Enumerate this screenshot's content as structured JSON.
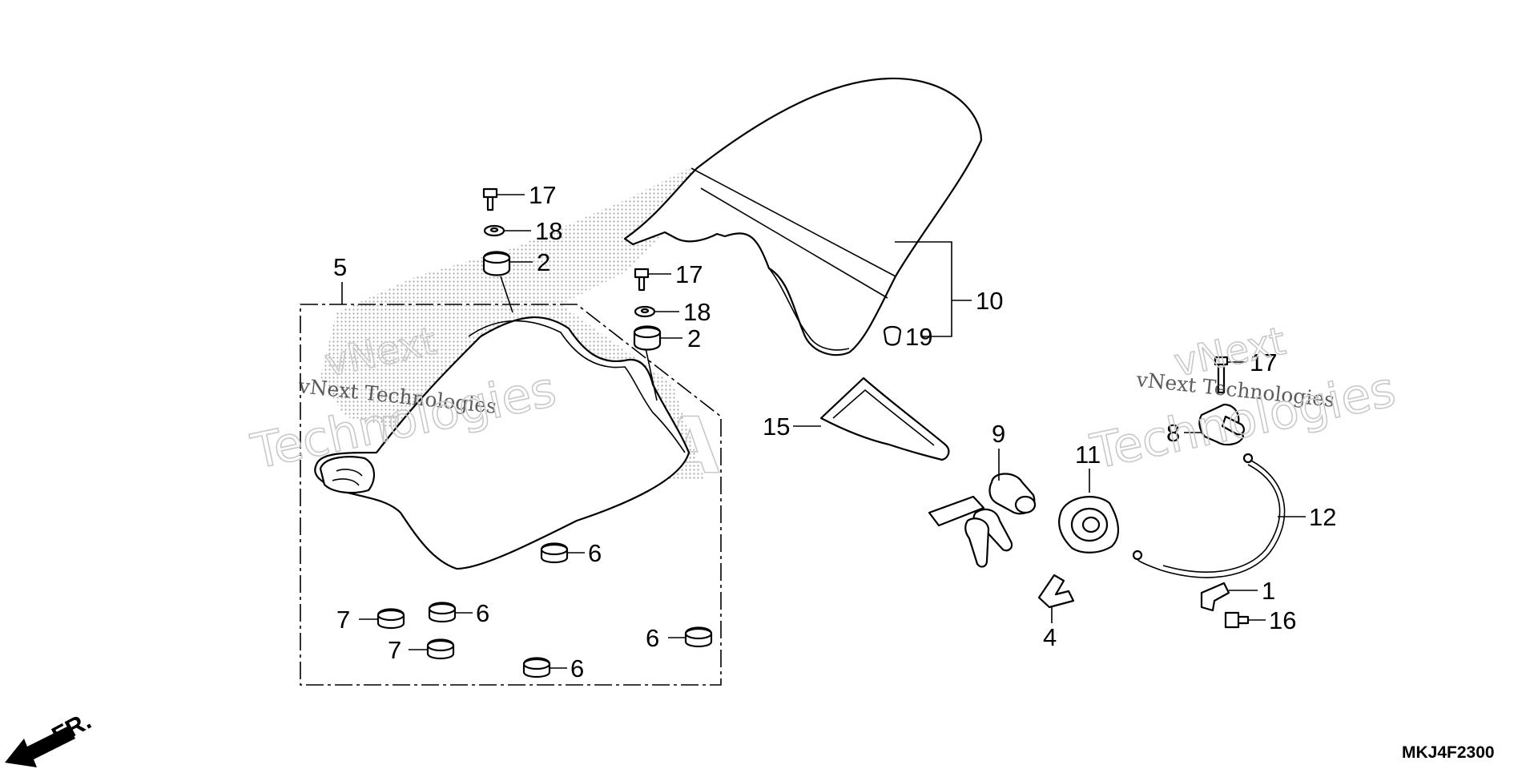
{
  "diagram": {
    "part_code": "MKJ4F2300",
    "direction_label": "FR.",
    "watermark_brand": "vNext Technologies",
    "watermark_word": "Technologies",
    "watermark_short": "vNext",
    "background_logo": "HONDA",
    "callouts": [
      {
        "id": "c17a",
        "text": "17"
      },
      {
        "id": "c18a",
        "text": "18"
      },
      {
        "id": "c2a",
        "text": "2"
      },
      {
        "id": "c5",
        "text": "5"
      },
      {
        "id": "c17b",
        "text": "17"
      },
      {
        "id": "c18b",
        "text": "18"
      },
      {
        "id": "c2b",
        "text": "2"
      },
      {
        "id": "c10",
        "text": "10"
      },
      {
        "id": "c19",
        "text": "19"
      },
      {
        "id": "c15",
        "text": "15"
      },
      {
        "id": "c9",
        "text": "9"
      },
      {
        "id": "c11",
        "text": "11"
      },
      {
        "id": "c17c",
        "text": "17"
      },
      {
        "id": "c8",
        "text": "8"
      },
      {
        "id": "c12",
        "text": "12"
      },
      {
        "id": "c6a",
        "text": "6"
      },
      {
        "id": "c6b",
        "text": "6"
      },
      {
        "id": "c6c",
        "text": "6"
      },
      {
        "id": "c6d",
        "text": "6"
      },
      {
        "id": "c7a",
        "text": "7"
      },
      {
        "id": "c7b",
        "text": "7"
      },
      {
        "id": "c4",
        "text": "4"
      },
      {
        "id": "c1",
        "text": "1"
      },
      {
        "id": "c16",
        "text": "16"
      }
    ]
  }
}
